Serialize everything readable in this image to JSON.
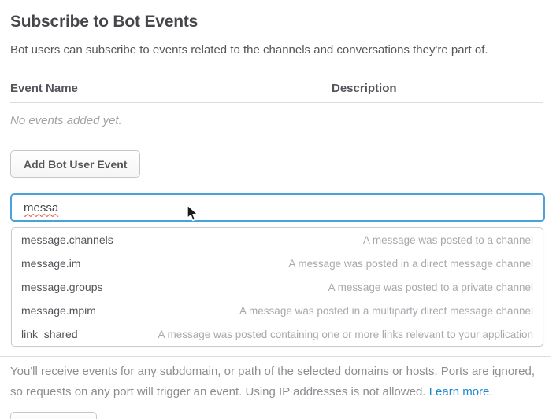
{
  "page": {
    "title": "Subscribe to Bot Events",
    "subtitle": "Bot users can subscribe to events related to the channels and conversations they're part of."
  },
  "events_table": {
    "columns": {
      "name": "Event Name",
      "description": "Description"
    },
    "empty_message": "No events added yet."
  },
  "add_event_button": {
    "label": "Add Bot User Event"
  },
  "event_search": {
    "value": "messa"
  },
  "autocomplete": {
    "items": [
      {
        "name": "message.channels",
        "description": "A message was posted to a channel"
      },
      {
        "name": "message.im",
        "description": "A message was posted in a direct message channel"
      },
      {
        "name": "message.groups",
        "description": "A message was posted to a private channel"
      },
      {
        "name": "message.mpim",
        "description": "A message was posted in a multiparty direct message channel"
      },
      {
        "name": "link_shared",
        "description": "A message was posted containing one or more links relevant to your application"
      }
    ]
  },
  "footer": {
    "text": "You'll receive events for any subdomain, or path of the selected domains or hosts. Ports are ignored, so requests on any port will trigger an event. Using IP addresses is not allowed. ",
    "link_label": "Learn more."
  },
  "colors": {
    "accent_blue": "#4aa2dd",
    "link_blue": "#1e87cc",
    "spellcheck_red": "#e0442f"
  }
}
